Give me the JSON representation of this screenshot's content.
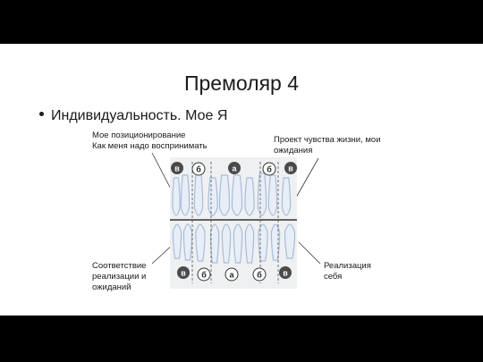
{
  "slide": {
    "title": "Премоляр 4",
    "bullet": "Индивидуальность. Мое Я"
  },
  "labels": {
    "top_left": [
      "Мое позиционирование",
      "Как меня надо воспринимать"
    ],
    "top_right": [
      "Проект чувства жизни, мои",
      "ожидания"
    ],
    "bottom_left": [
      "Соответствие",
      "реализации и",
      "ожиданий"
    ],
    "bottom_right": [
      "Реализация",
      "себя"
    ]
  },
  "markers": {
    "upper": [
      "в",
      "б",
      "а",
      "б",
      "в"
    ],
    "lower": [
      "в",
      "б",
      "а",
      "б",
      "в"
    ]
  },
  "colors": {
    "tooth": "#e8eef7",
    "tooth_shade": "#a9bdd9",
    "marker_bg": "#4a4a4a"
  }
}
